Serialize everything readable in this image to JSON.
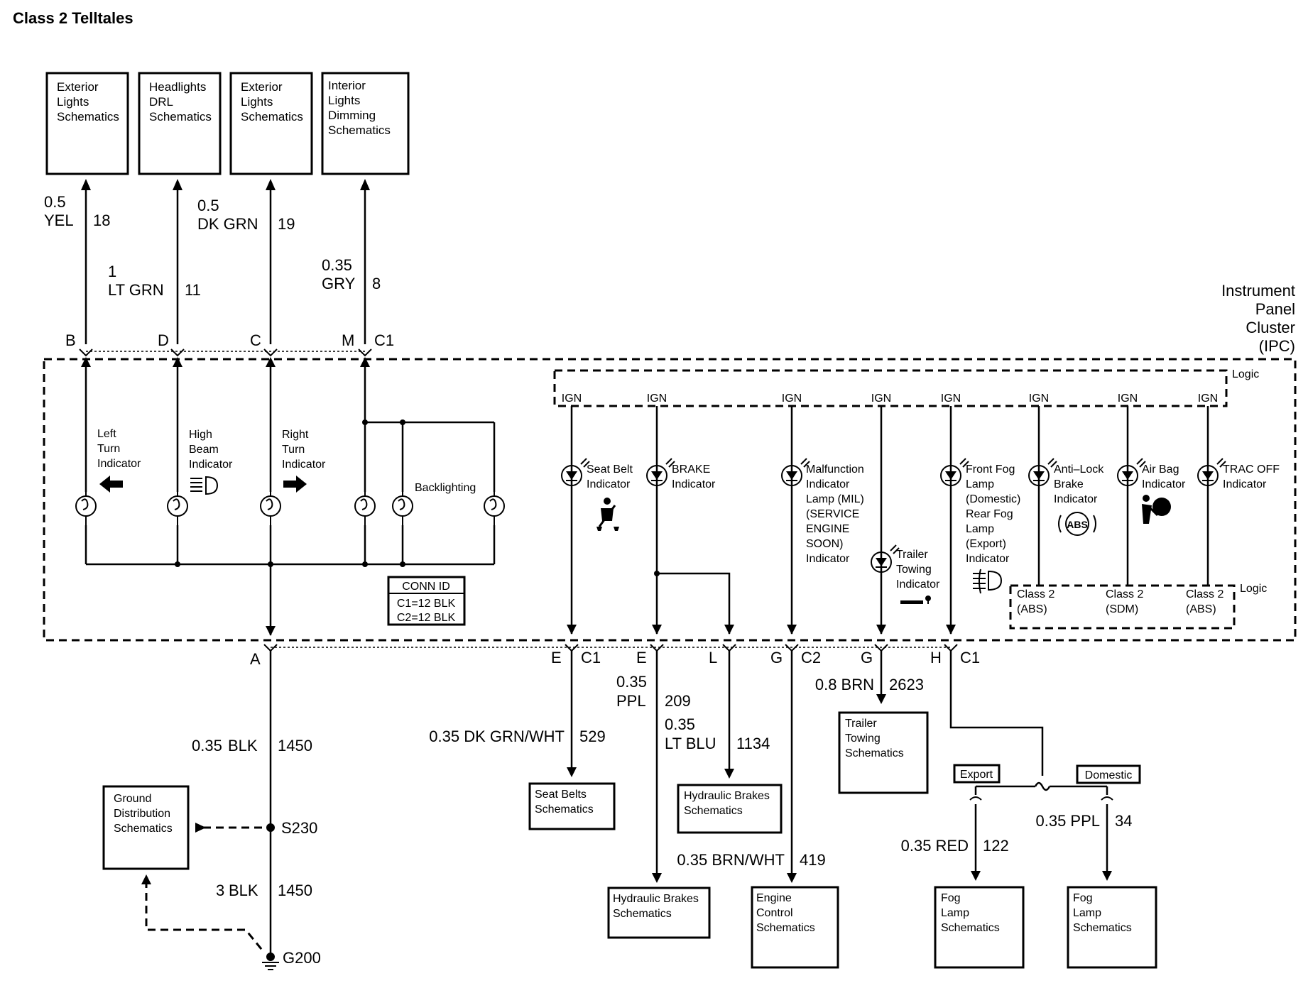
{
  "title": "Class 2 Telltales",
  "module": {
    "name_lines": [
      "Instrument",
      "Panel",
      "Cluster",
      "(IPC)"
    ],
    "logic": "Logic"
  },
  "top_boxes": [
    {
      "id": "ext1",
      "lines": [
        "Exterior",
        "Lights",
        "Schematics"
      ]
    },
    {
      "id": "drl",
      "lines": [
        "Headlights",
        "DRL",
        "Schematics"
      ]
    },
    {
      "id": "ext2",
      "lines": [
        "Exterior",
        "Lights",
        "Schematics"
      ]
    },
    {
      "id": "dim",
      "lines": [
        "Interior",
        "Lights",
        "Dimming",
        "Schematics"
      ]
    }
  ],
  "top_wires": [
    {
      "size": "0.5",
      "color": "YEL",
      "circuit": "18",
      "pin": "B"
    },
    {
      "size": "1",
      "color": "LT GRN",
      "circuit": "11",
      "pin": "D"
    },
    {
      "size": "0.5",
      "color": "DK GRN",
      "circuit": "19",
      "pin": "C"
    },
    {
      "size": "0.35",
      "color": "GRY",
      "circuit": "8",
      "pin": "M"
    }
  ],
  "connector_c1_top": "C1",
  "left_indicators": [
    {
      "lines": [
        "Left",
        "Turn",
        "Indicator"
      ]
    },
    {
      "lines": [
        "High",
        "Beam",
        "Indicator"
      ]
    },
    {
      "lines": [
        "Right",
        "Turn",
        "Indicator"
      ]
    }
  ],
  "backlighting": "Backlighting",
  "conn_id": {
    "title": "CONN ID",
    "lines": [
      "C1=12 BLK",
      "C2=12 BLK"
    ]
  },
  "ign": "IGN",
  "indicators": [
    {
      "lines": [
        "Seat Belt",
        "Indicator"
      ]
    },
    {
      "lines": [
        "BRAKE",
        "Indicator"
      ]
    },
    {
      "lines": [
        "Malfunction",
        "Indicator",
        "Lamp (MIL)",
        "(SERVICE",
        "ENGINE",
        "SOON)",
        "Indicator"
      ]
    },
    {
      "lines": [
        "Trailer",
        "Towing",
        "Indicator"
      ]
    },
    {
      "lines": [
        "Front Fog",
        "Lamp",
        "(Domestic)",
        "Rear Fog",
        "Lamp",
        "(Export)",
        "Indicator"
      ]
    },
    {
      "lines": [
        "Anti–Lock",
        "Brake",
        "Indicator"
      ]
    },
    {
      "lines": [
        "Air Bag",
        "Indicator"
      ]
    },
    {
      "lines": [
        "TRAC OFF",
        "Indicator"
      ]
    }
  ],
  "abs_badge": "ABS",
  "class2": [
    {
      "lines": [
        "Class 2",
        "(ABS)"
      ]
    },
    {
      "lines": [
        "Class 2",
        "(SDM)"
      ]
    },
    {
      "lines": [
        "Class 2",
        "(ABS)"
      ]
    }
  ],
  "bottom_pins": {
    "A": "A",
    "E1": "E",
    "C1a": "C1",
    "E2": "E",
    "L": "L",
    "G1": "G",
    "C2": "C2",
    "G2": "G",
    "H": "H",
    "C1b": "C1"
  },
  "bottom_wires": {
    "ground": {
      "size": "0.35",
      "color": "BLK",
      "circuit": "1450"
    },
    "ground2": {
      "size": "3",
      "color": "BLK",
      "circuit": "1450"
    },
    "seatbelt": {
      "label": "0.35 DK GRN/WHT",
      "circuit": "529"
    },
    "brake": {
      "size": "0.35",
      "color": "PPL",
      "circuit": "209"
    },
    "ltblu": {
      "size": "0.35",
      "color": "LT BLU",
      "circuit": "1134"
    },
    "ecm": {
      "label": "0.35 BRN/WHT",
      "circuit": "419"
    },
    "trailer": {
      "label": "0.8 BRN",
      "circuit": "2623"
    },
    "fog_red": {
      "label": "0.35 RED",
      "circuit": "122"
    },
    "fog_ppl": {
      "label": "0.35 PPL",
      "circuit": "34"
    }
  },
  "splice": "S230",
  "ground_pt": "G200",
  "bottom_boxes": {
    "gnd": [
      "Ground",
      "Distribution",
      "Schematics"
    ],
    "seat": [
      "Seat Belts",
      "Schematics"
    ],
    "hyd1": [
      "Hydraulic Brakes",
      "Schematics"
    ],
    "hyd2": [
      "Hydraulic Brakes",
      "Schematics"
    ],
    "ecm": [
      "Engine",
      "Control",
      "Schematics"
    ],
    "trailer": [
      "Trailer",
      "Towing",
      "Schematics"
    ],
    "fog1": [
      "Fog",
      "Lamp",
      "Schematics"
    ],
    "fog2": [
      "Fog",
      "Lamp",
      "Schematics"
    ]
  },
  "export": "Export",
  "domestic": "Domestic"
}
